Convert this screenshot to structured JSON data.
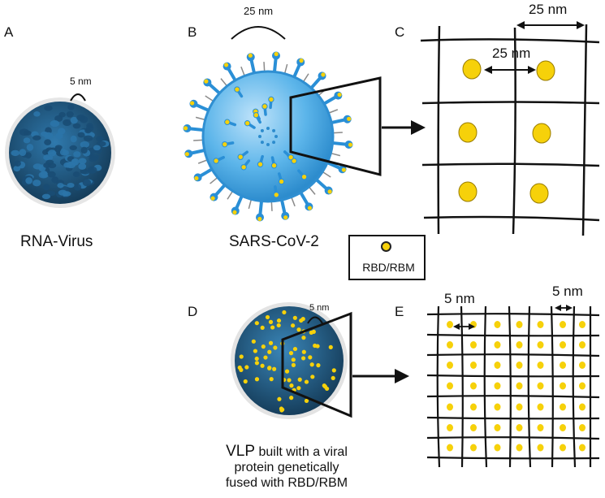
{
  "panels": {
    "a": "A",
    "b": "B",
    "c": "C",
    "d": "D",
    "e": "E"
  },
  "captions": {
    "rna_virus": "RNA-Virus",
    "sars": "SARS-CoV-2",
    "vlp_line1_lead": "VLP",
    "vlp_line1_rest": " built with a viral",
    "vlp_line2": "protein genetically",
    "vlp_line3": "fused with RBD/RBM"
  },
  "dimensions": {
    "rna_5nm": "5 nm",
    "sars_25nm": "25 nm",
    "grid_c_outer": "25 nm",
    "grid_c_inner": "25 nm",
    "vlp_5nm": "5 nm",
    "grid_e_left": "5 nm",
    "grid_e_right": "5 nm"
  },
  "legend": {
    "label": "RBD/RBM"
  },
  "colors": {
    "virus_dark": "#1f5f8c",
    "virus_light": "#4aa8e0",
    "spike": "#2a8fd6",
    "rbd": "#f6d10a",
    "line": "#111111"
  }
}
